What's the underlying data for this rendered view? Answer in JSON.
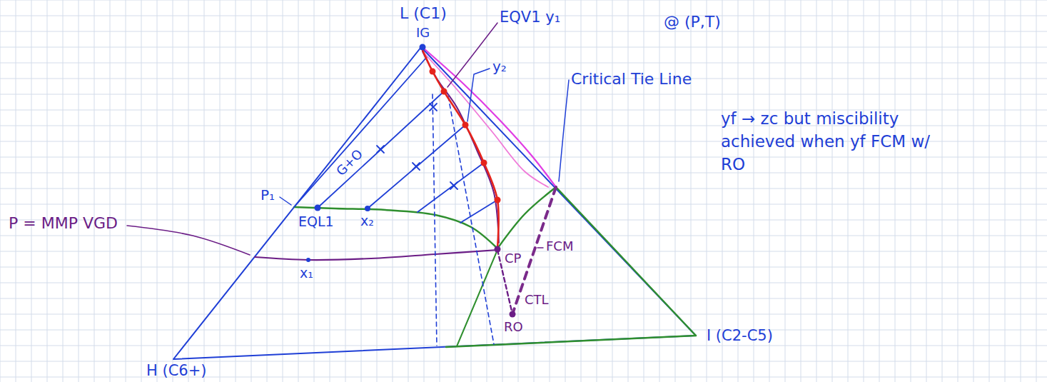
{
  "diagram": {
    "labels": [
      "L (C1)",
      "IG",
      "EQV1 y₁",
      "@ (P,T)",
      "y₂",
      "Critical Tie Line",
      "G+O",
      "P₁",
      "yf → zc but miscibility achieved when yf FCM w/ RO",
      "P = MMP VGD",
      "CP",
      "FCM",
      "EQL1",
      "x₂",
      "CTL",
      "x₁",
      "RO",
      "H (C6+)",
      "I (C2-C5)"
    ]
  }
}
